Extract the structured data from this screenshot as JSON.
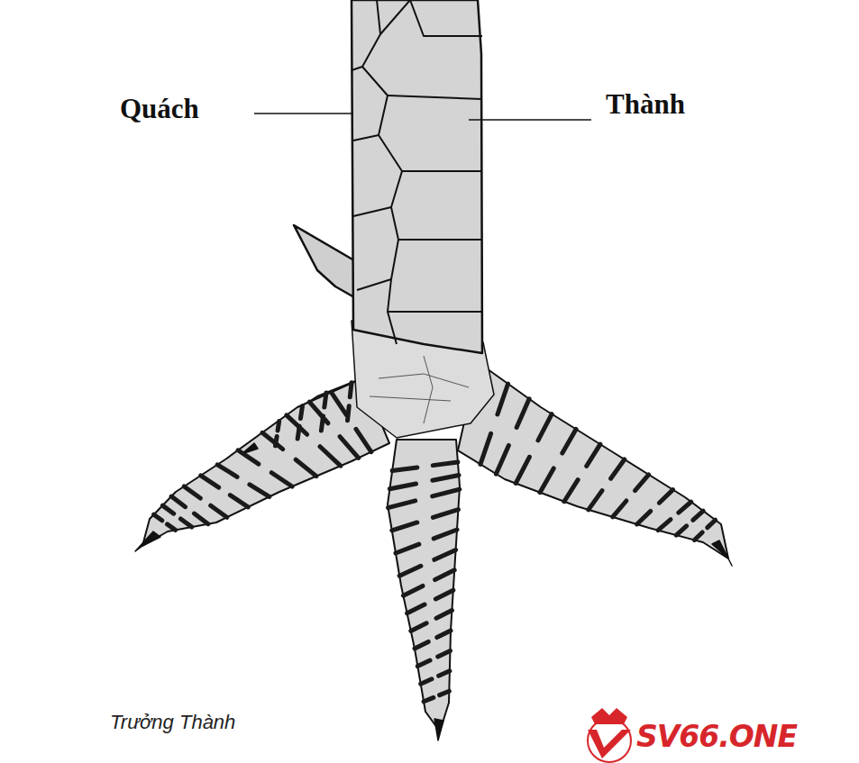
{
  "diagram": {
    "caption": "Trưởng Thành",
    "labels": [
      "Quách",
      "Thành",
      "SV66.ONE"
    ]
  }
}
